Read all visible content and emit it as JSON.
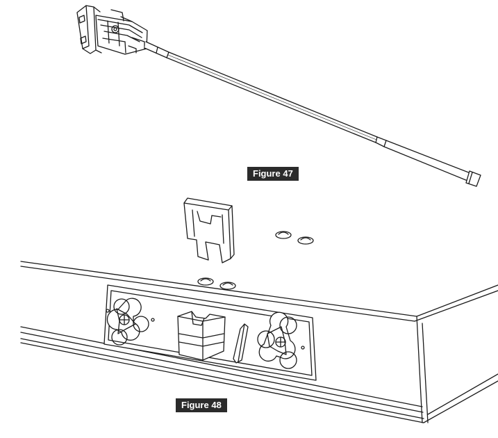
{
  "figures": [
    {
      "label": "Figure 47",
      "subject": "latch-with-cable"
    },
    {
      "label": "Figure 48",
      "subject": "drawer-front-lock-assembly"
    }
  ],
  "colors": {
    "line": "#1a1a1a",
    "label_bg": "#2b2b2b",
    "label_text": "#ffffff",
    "background": "#ffffff"
  }
}
